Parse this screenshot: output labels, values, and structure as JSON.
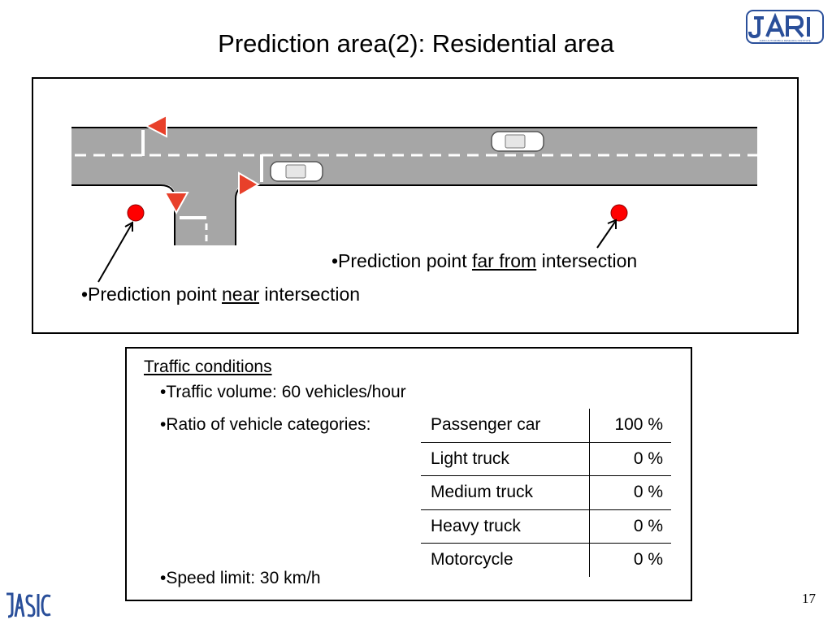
{
  "slide": {
    "title": "Prediction area(2): Residential area",
    "page_number": "17",
    "logos": {
      "top_right": "JARI",
      "bottom_left": "JASIC",
      "jari_small_text": "JAPAN AUTOMOBILE RESEARCH INSTITUTE"
    }
  },
  "diagram": {
    "label_far_prefix": "•Prediction point ",
    "label_far_underlined": "far from",
    "label_far_suffix": " intersection",
    "label_near_prefix": "•Prediction point ",
    "label_near_underlined": "near",
    "label_near_suffix": " intersection",
    "colors": {
      "road": "#a6a6a6",
      "prediction_point": "#ff0000",
      "sign": "#e8402a"
    }
  },
  "conditions": {
    "heading": "Traffic conditions",
    "volume": "•Traffic volume: 60 vehicles/hour",
    "ratio_label": "•Ratio of vehicle categories:",
    "speed": "•Speed limit: 30 km/h",
    "rows": [
      {
        "category": "Passenger car",
        "value": "100 %"
      },
      {
        "category": "Light truck",
        "value": "0 %"
      },
      {
        "category": "Medium truck",
        "value": "0 %"
      },
      {
        "category": "Heavy truck",
        "value": "0 %"
      },
      {
        "category": "Motorcycle",
        "value": "0 %"
      }
    ]
  }
}
